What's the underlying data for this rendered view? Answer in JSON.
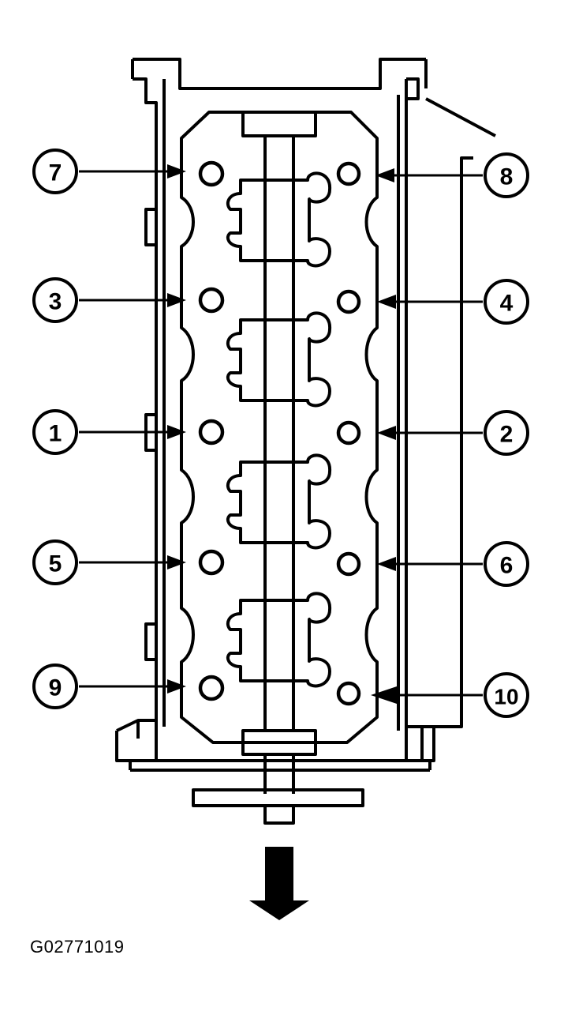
{
  "figure": {
    "code": "G02771019"
  },
  "callouts": [
    {
      "label": "7"
    },
    {
      "label": "8"
    },
    {
      "label": "3"
    },
    {
      "label": "4"
    },
    {
      "label": "1"
    },
    {
      "label": "2"
    },
    {
      "label": "5"
    },
    {
      "label": "6"
    },
    {
      "label": "9"
    },
    {
      "label": "10"
    }
  ],
  "colors": {
    "line": "#000000",
    "background": "#ffffff"
  },
  "icons": {
    "direction": "down-arrow-icon"
  }
}
